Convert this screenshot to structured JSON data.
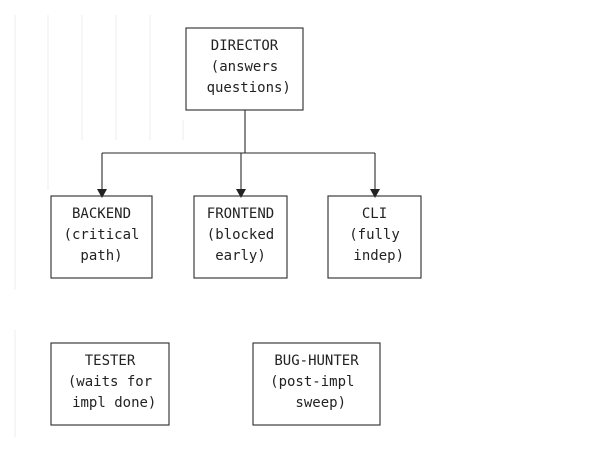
{
  "nodes": [
    {
      "id": "director",
      "lines": [
        "DIRECTOR",
        "(answers",
        " questions)"
      ]
    },
    {
      "id": "backend",
      "lines": [
        "BACKEND",
        "(critical",
        "path)"
      ]
    },
    {
      "id": "frontend",
      "lines": [
        "FRONTEND",
        "(blocked",
        "early)"
      ]
    },
    {
      "id": "cli",
      "lines": [
        "CLI",
        "(fully",
        " indep)"
      ]
    },
    {
      "id": "tester",
      "lines": [
        "TESTER",
        "(waits for",
        " impl done)"
      ]
    },
    {
      "id": "bug-hunter",
      "lines": [
        "BUG-HUNTER",
        "(post-impl ",
        " sweep)"
      ]
    }
  ],
  "edges": [
    {
      "from": "director",
      "to": "backend"
    },
    {
      "from": "director",
      "to": "frontend"
    },
    {
      "from": "director",
      "to": "cli"
    }
  ]
}
